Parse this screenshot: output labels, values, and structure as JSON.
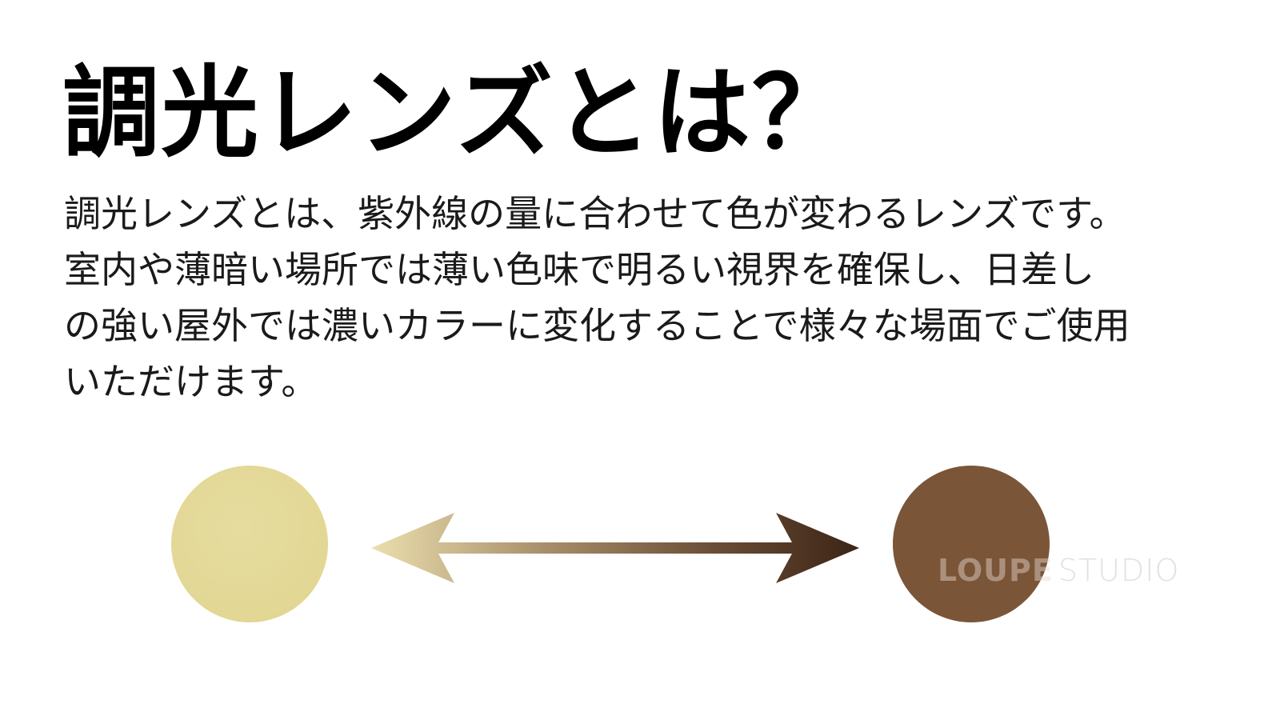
{
  "title": "調光レンズとは？",
  "description": {
    "lines": [
      "調光レンズとは、紫外線の量に合わせて色が変わるレンズです。",
      "室内や薄暗い場所では薄い色味で明るい視界を確保し、日差し",
      "の強い屋外では濃いカラーに変化することで様々な場面でご使用",
      "いただけます。"
    ]
  },
  "illustration": {
    "light_lens_color": "#e2d794",
    "dark_lens_color": "#7a5538",
    "arrow_gradient_start": "#e8dcaa",
    "arrow_gradient_end": "#3f2616",
    "arrow_icon": "double-arrow-icon"
  },
  "watermark": {
    "brand_strong": "LOUPE",
    "brand_light": "STUDIO"
  }
}
